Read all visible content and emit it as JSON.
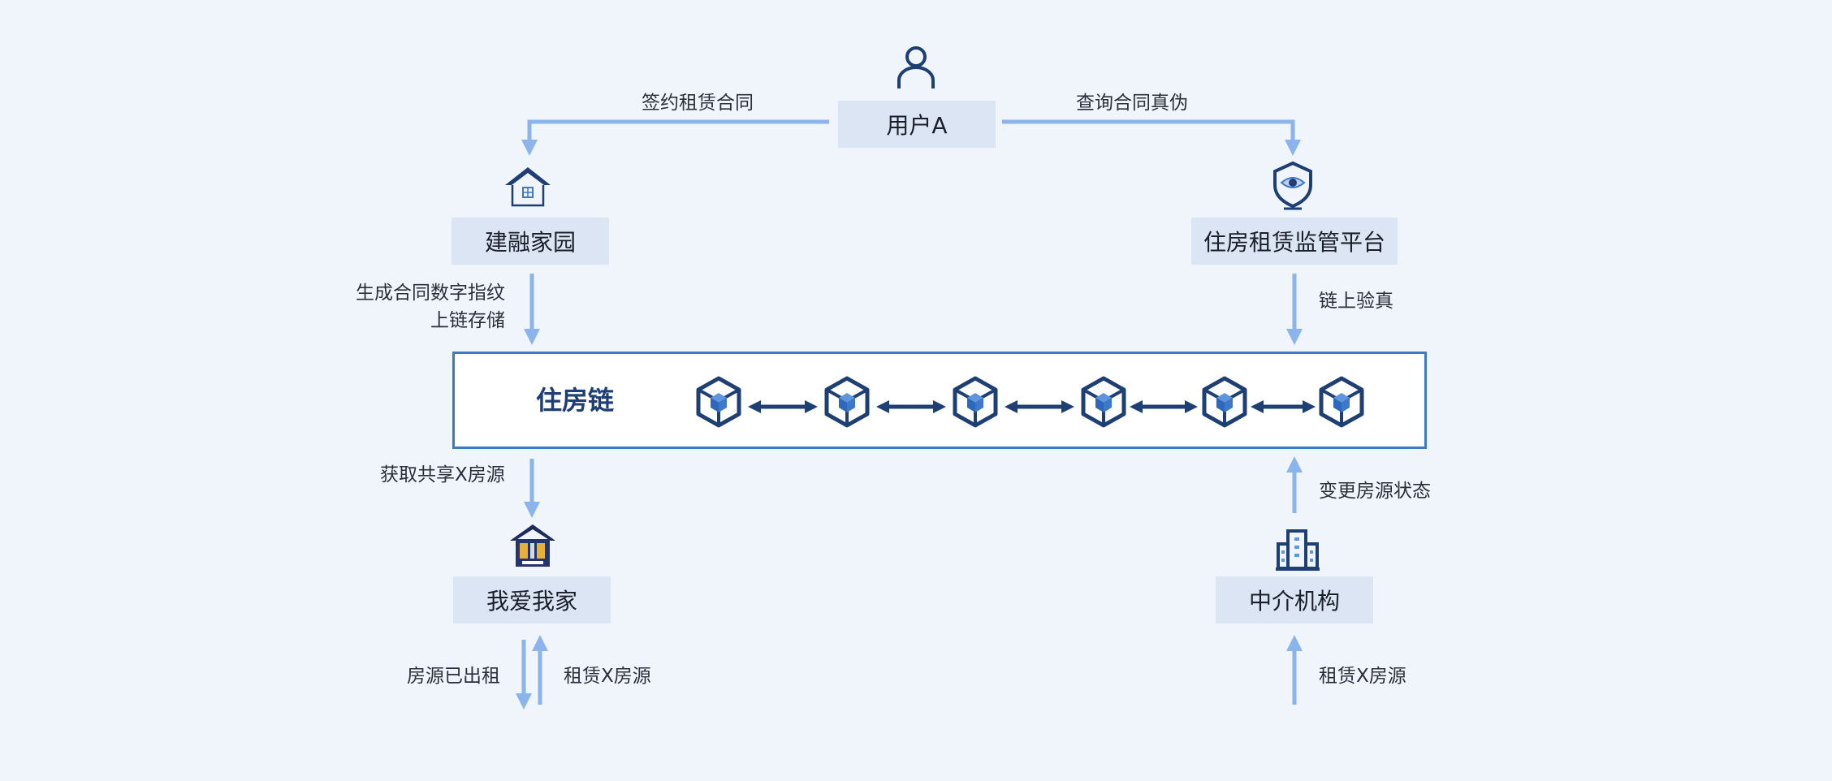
{
  "nodes": {
    "user": "用户A",
    "jianrong": "建融家园",
    "platform": "住房租赁监管平台",
    "woai": "我爱我家",
    "agency": "中介机构"
  },
  "chain": {
    "title": "住房链",
    "block_count": 6
  },
  "edges": {
    "sign_contract": "签约租赁合同",
    "query_contract": "查询合同真伪",
    "fingerprint_line1": "生成合同数字指纹",
    "fingerprint_line2": "上链存储",
    "verify_on_chain": "链上验真",
    "get_shared": "获取共享X房源",
    "change_status": "变更房源状态",
    "rented_out": "房源已出租",
    "rent_x_left": "租赁X房源",
    "rent_x_right": "租赁X房源"
  },
  "icons": {
    "user": "user-icon",
    "jianrong": "house-icon",
    "platform": "shield-eye-icon",
    "woai": "woaiwojia-logo-icon",
    "agency": "building-icon",
    "block": "cube-icon"
  },
  "colors": {
    "background": "#f0f4fb",
    "node_fill": "#dbe5f4",
    "arrow": "#8cb4ec",
    "chain_border": "#3d78c9",
    "icon_dark": "#1d3f73",
    "icon_accent": "#3d78c9"
  }
}
